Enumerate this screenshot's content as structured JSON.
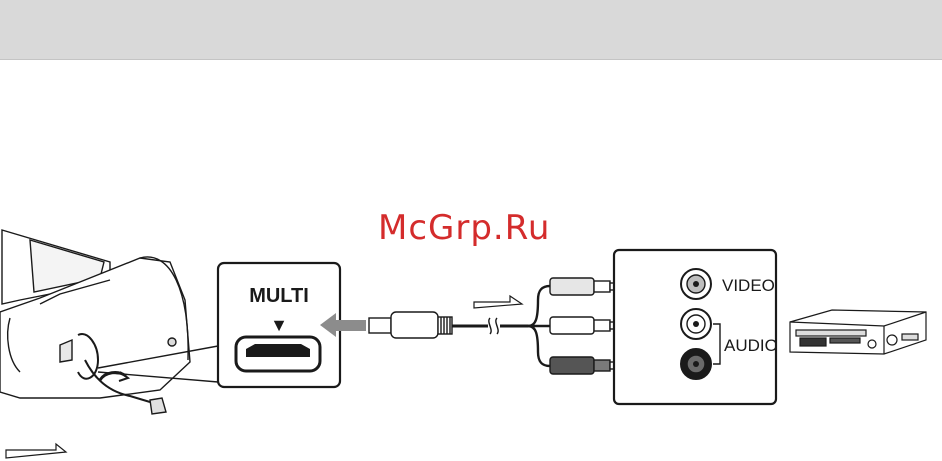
{
  "header": {
    "color": "#d9d9d9"
  },
  "watermark": {
    "text": "McGrp.Ru",
    "color": "#d42c2c"
  },
  "multi_port": {
    "label": "MULTI",
    "symbol": "▼"
  },
  "device_ports": {
    "video_label": "VIDEO",
    "audio_label": "AUDIO"
  },
  "icons": {
    "camcorder": "camcorder-icon",
    "vcr": "vcr-icon",
    "signal_flow": "signal-flow-arrow-icon",
    "insert_direction": "insert-arrow-icon"
  }
}
